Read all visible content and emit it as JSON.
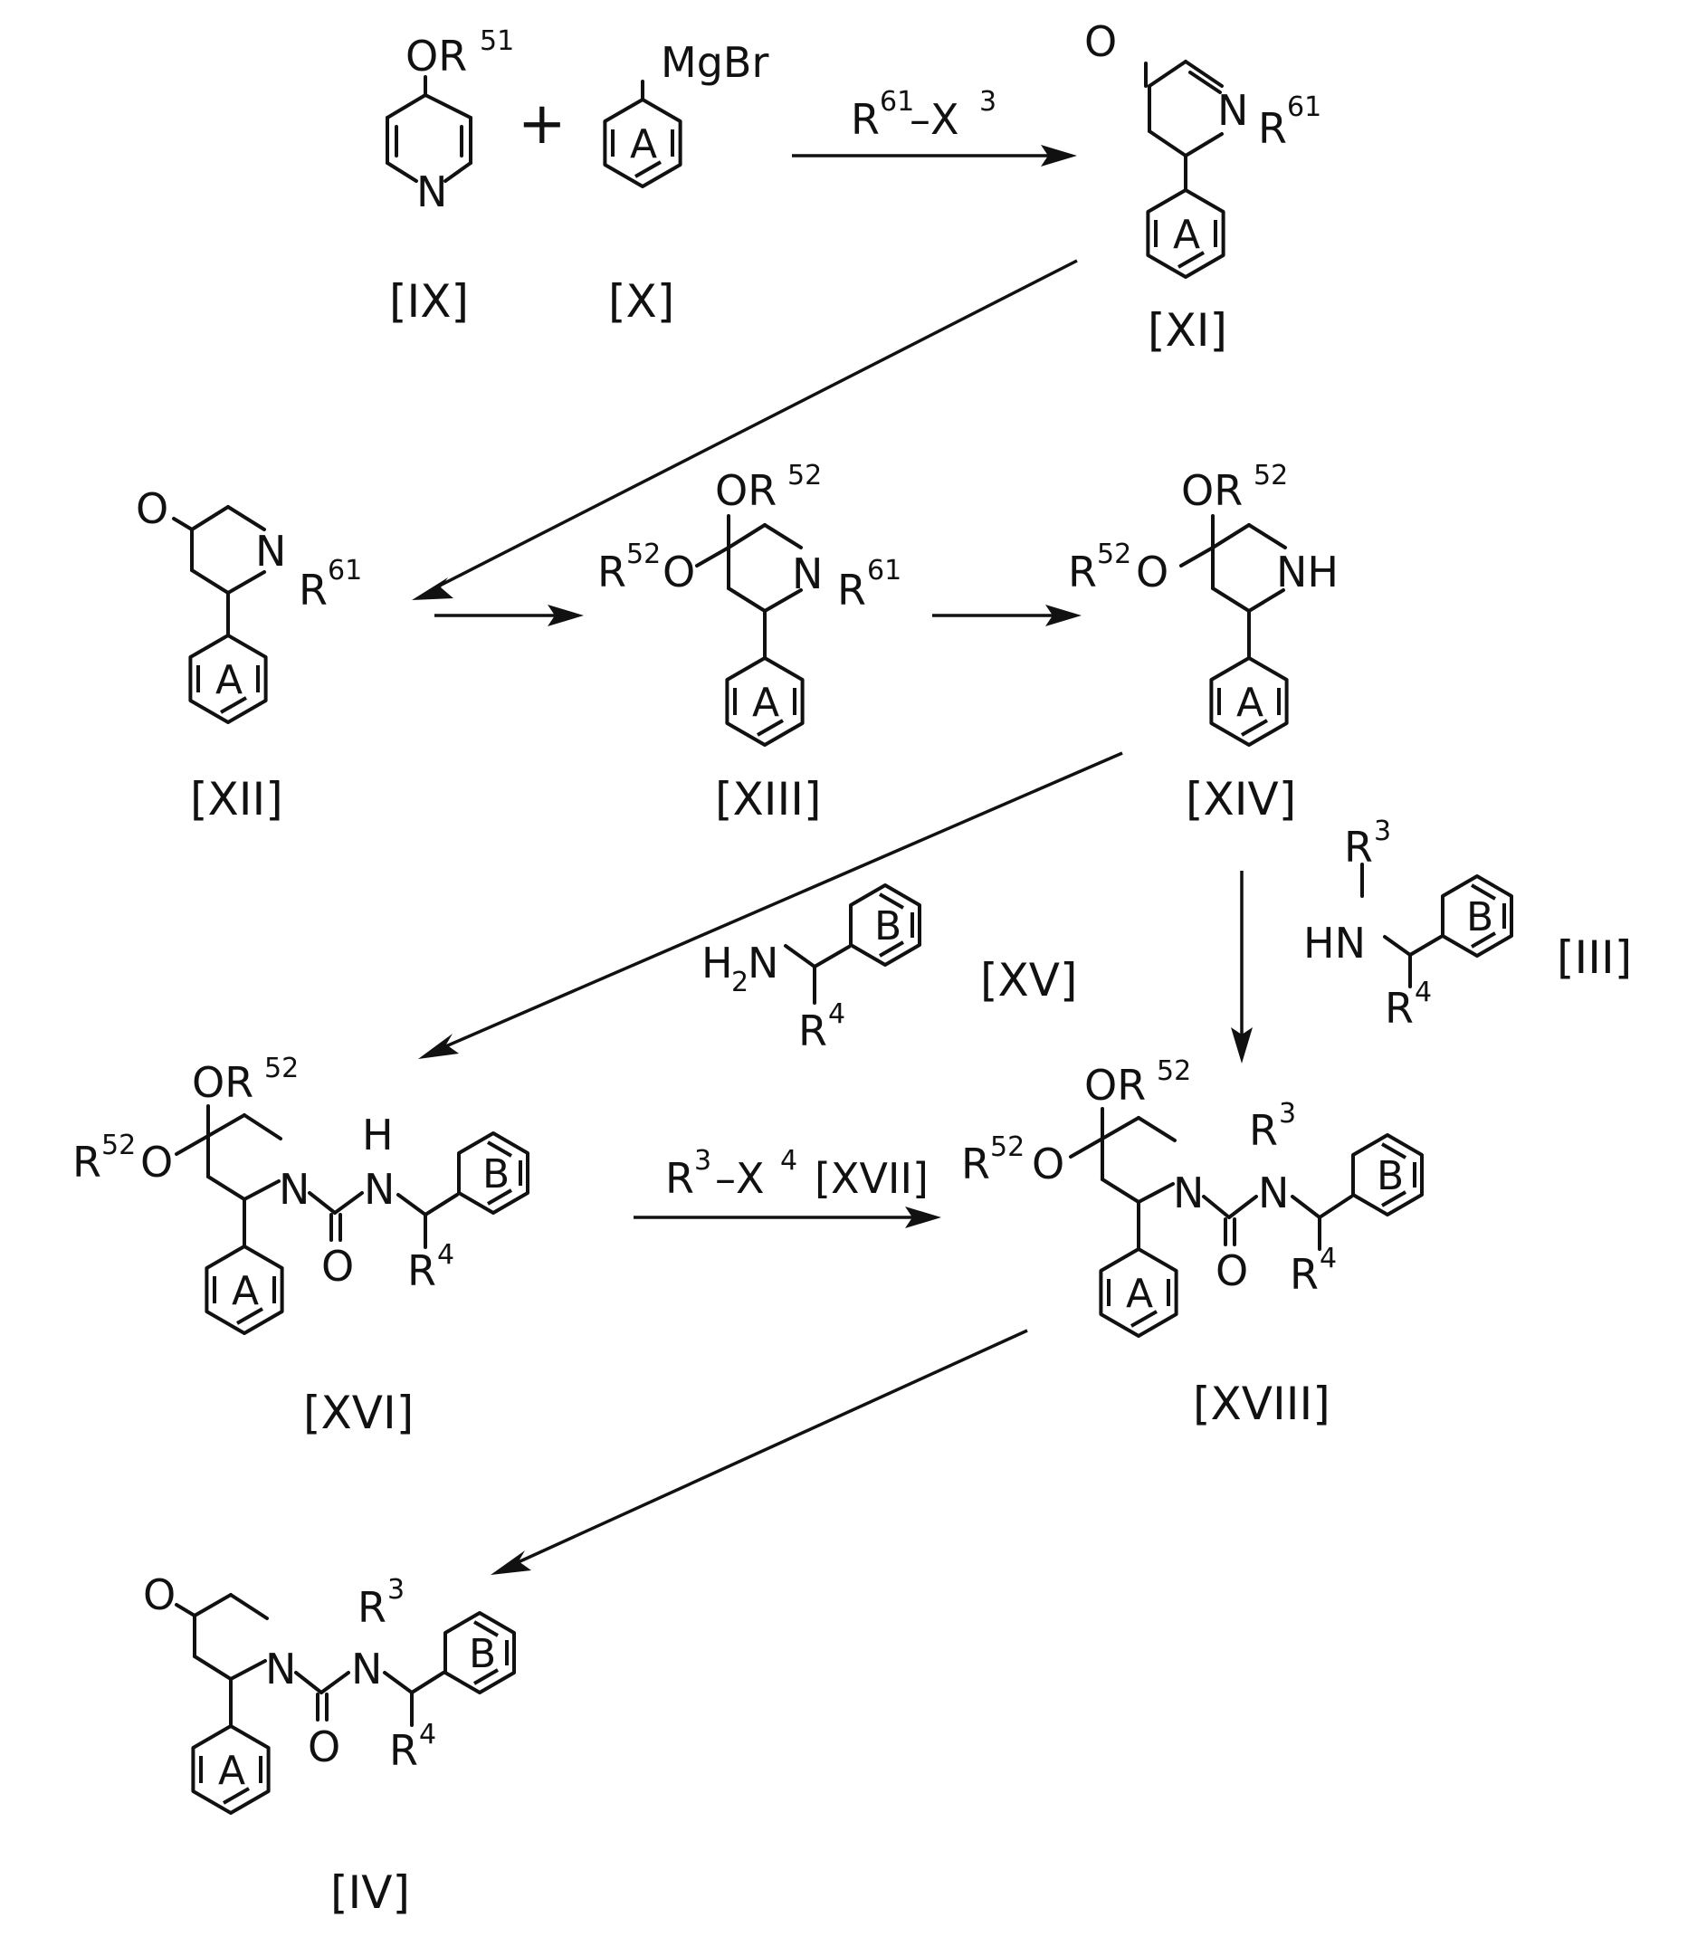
{
  "compounds": {
    "IX": {
      "label": "[IX]",
      "OR": "OR",
      "sup51": "51",
      "N": "N"
    },
    "X": {
      "label": "[X]",
      "mg": "MgBr",
      "ring": "A"
    },
    "XI": {
      "label": "[XI]",
      "O": "O",
      "N": "N",
      "R": "R",
      "sup61": "61",
      "ring": "A"
    },
    "XII": {
      "label": "[XII]",
      "O": "O",
      "N": "N",
      "R": "R",
      "sup61": "61",
      "ring": "A"
    },
    "XIII": {
      "label": "[XIII]",
      "OR": "OR",
      "sup52a": "52",
      "R": "R",
      "sup52b": "52",
      "O": "O",
      "N": "N",
      "R2": "R",
      "sup61": "61",
      "ring": "A"
    },
    "XIV": {
      "label": "[XIV]",
      "OR": "OR",
      "sup52a": "52",
      "R": "R",
      "sup52b": "52",
      "O": "O",
      "NH": "NH",
      "ring": "A"
    },
    "XV": {
      "label": "[XV]",
      "H": "H",
      "sub2": "2",
      "N": "N",
      "R": "R",
      "sup4": "4",
      "ring": "B"
    },
    "III": {
      "label": "[III]",
      "R": "R",
      "sup3": "3",
      "HN": "HN",
      "R4": "R",
      "sup4": "4",
      "ring": "B"
    },
    "XVI": {
      "label": "[XVI]",
      "OR": "OR",
      "sup52a": "52",
      "R": "R",
      "sup52b": "52",
      "O": "O",
      "N": "N",
      "H": "H",
      "NH": "N",
      "O2": "O",
      "R4": "R",
      "sup4": "4",
      "ringA": "A",
      "ringB": "B"
    },
    "XVIII": {
      "label": "[XVIII]",
      "OR": "OR",
      "sup52a": "52",
      "R": "R",
      "sup52b": "52",
      "O": "O",
      "N": "N",
      "R3": "R",
      "sup3": "3",
      "N2": "N",
      "O2": "O",
      "R4": "R",
      "sup4": "4",
      "ringA": "A",
      "ringB": "B"
    },
    "IV": {
      "label": "[IV]",
      "O": "O",
      "N": "N",
      "R3": "R",
      "sup3": "3",
      "N2": "N",
      "O2": "O",
      "R4": "R",
      "sup4": "4",
      "ringA": "A",
      "ringB": "B"
    }
  },
  "reagents": {
    "step1": {
      "R": "R",
      "sup61": "61",
      "dash": "–X",
      "sup3": "3"
    },
    "step2": {
      "R": "R",
      "sup3": "3",
      "dash": "–X",
      "sup4": "4",
      "label": "[XVII]"
    }
  },
  "plus": "+"
}
